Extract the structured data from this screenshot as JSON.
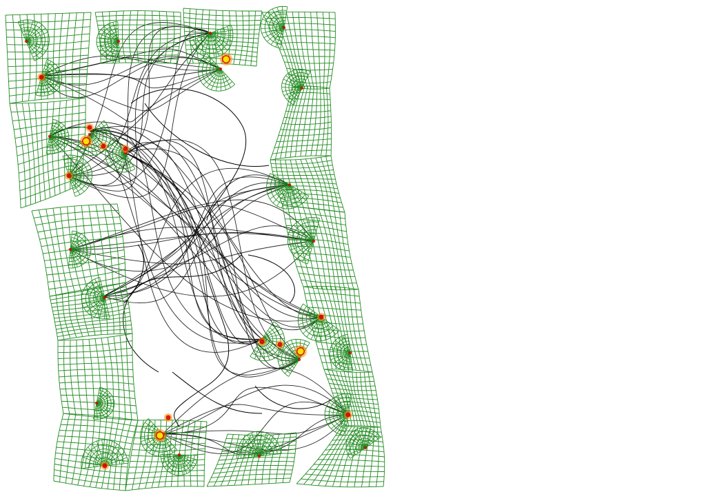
{
  "figure": {
    "kind": "conformal-mesh-tiling",
    "background": "#ffffff",
    "colors": {
      "mesh": "#1f8a1f",
      "mesh_dark": "#0d5c0d",
      "flow_lines": "#000000",
      "singularity_core": "#d40000",
      "singularity_halo": "#ff8c00",
      "singularity_point": "#ffe000"
    },
    "tiles_per_column": 6,
    "tile_columns": 2,
    "singular_cluster_count": 4
  }
}
